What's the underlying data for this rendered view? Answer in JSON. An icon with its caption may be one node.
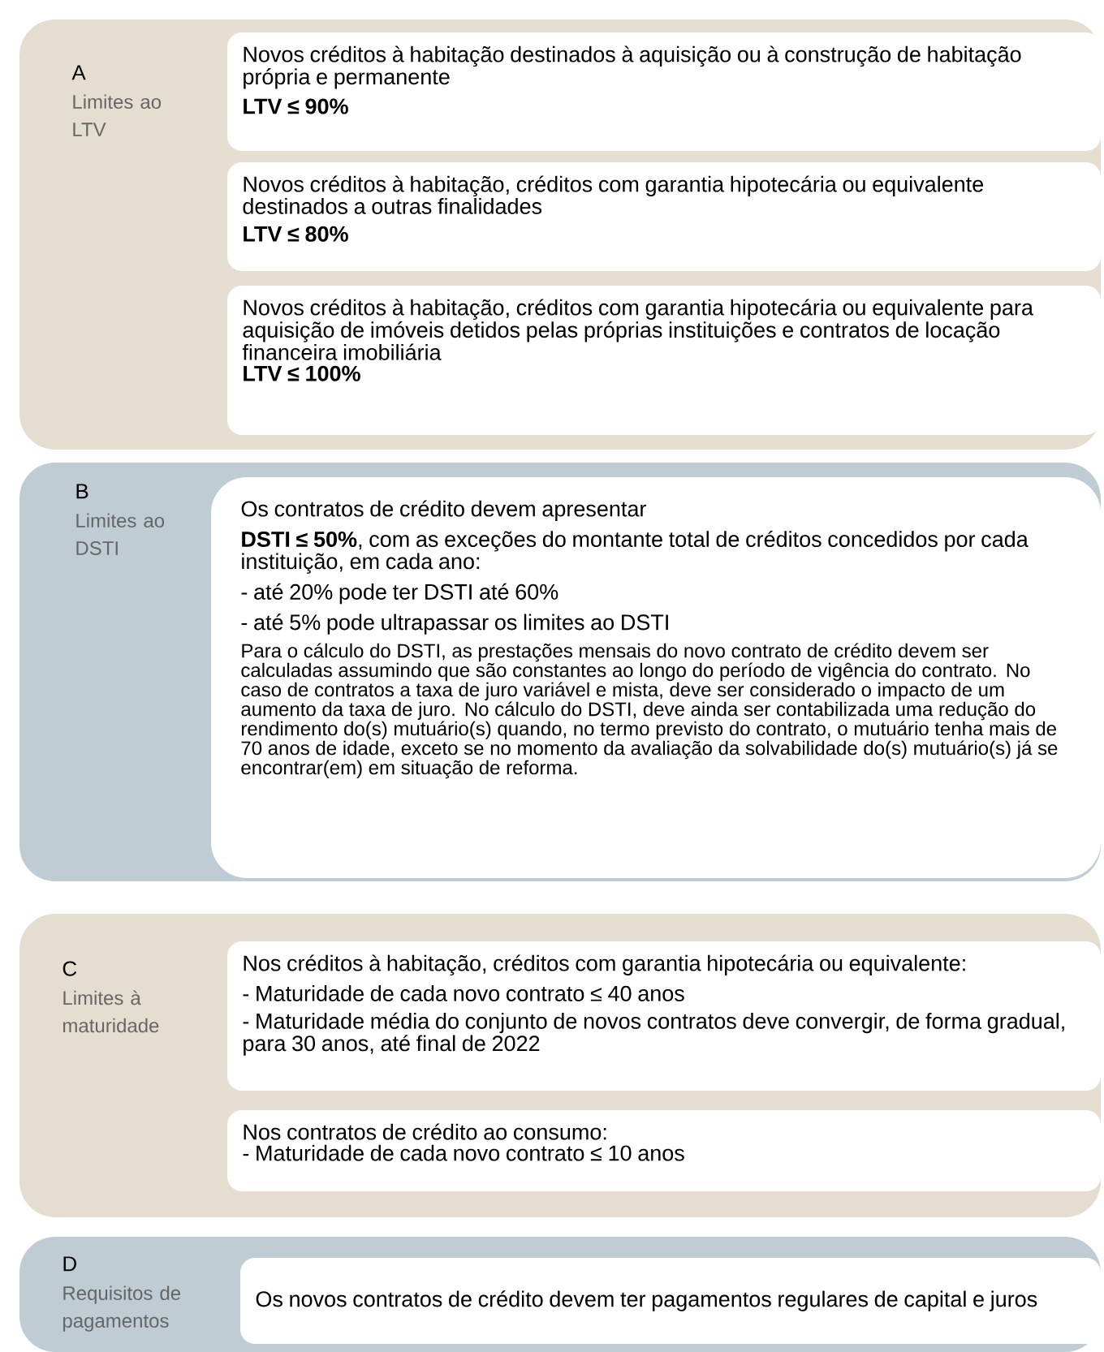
{
  "diagram": {
    "nodes": [
      {
        "text": [
          "A",
          "Limites ao LTV"
        ]
      },
      {
        "text": [
          "Novos créditos à habitação destinados à aquisição ou à construção de habitação própria e permanente",
          "LTV ≤ 90%"
        ],
        "in": 0
      },
      {
        "text": [
          "Novos créditos à habitação, créditos com garantia hipotecária ou equivalente destinados a outras finalidades",
          "LTV ≤ 80%"
        ],
        "in": 0
      },
      {
        "text": [
          "Novos créditos à habitação, créditos com garantia hipotecária ou equivalente para aquisição de imóveis detidos pelas próprias instituições e contratos de locação financeira imobiliária",
          "LTV ≤ 100%"
        ],
        "in": 0
      },
      {
        "text": [
          "B",
          "Limites ao DSTI"
        ]
      },
      {
        "text": [
          "Os contratos de crédito devem apresentar",
          "**DSTI ≤ 50%**, com as exceções do montante total de créditos concedidos por cada instituição, em cada ano:",
          "- até 20% pode ter DSTI até 60%",
          "- até 5% pode ultrapassar os limites ao DSTI",
          "Para o cálculo do DSTI, as prestações mensais do novo contrato de crédito devem ser calculadas assumindo que são constantes ao longo do período de vigência do contrato. No caso de contratos a taxa de juro variável e mista, deve ser considerado o impacto de um aumento da taxa de juro. No cálculo do DSTI, deve ainda ser contabilizada uma redução do rendimento do(s) mutuário(s) quando, no termo previsto do contrato, o mutuário tenha mais de 70 anos de idade, exceto se no momento da avaliação da solvabilidade do(s) mutuário(s) já se encontrar(em) em situação de reforma."
        ],
        "in": 4
      },
      {
        "text": [
          "C",
          "Limites à maturidade"
        ]
      },
      {
        "text": [
          "Nos créditos à habitação, créditos com garantia hipotecária ou equivalente:",
          "- Maturidade de cada novo contrato ≤ 40 anos",
          "- Maturidade média do conjunto de novos contratos deve convergir, de forma gradual, para 30 anos, até final de 2022"
        ],
        "in": 6
      },
      {
        "text": [
          "Nos contratos de crédito ao consumo:",
          "- Maturidade de cada novo contrato ≤ 10 anos"
        ],
        "in": 6
      },
      {
        "text": [
          "D",
          "Requisitos de pagamentos"
        ]
      },
      {
        "text": [
          "Os novos contratos de crédito devem ter pagamentos regulares de capital e juros"
        ],
        "in": 9
      }
    ]
  }
}
